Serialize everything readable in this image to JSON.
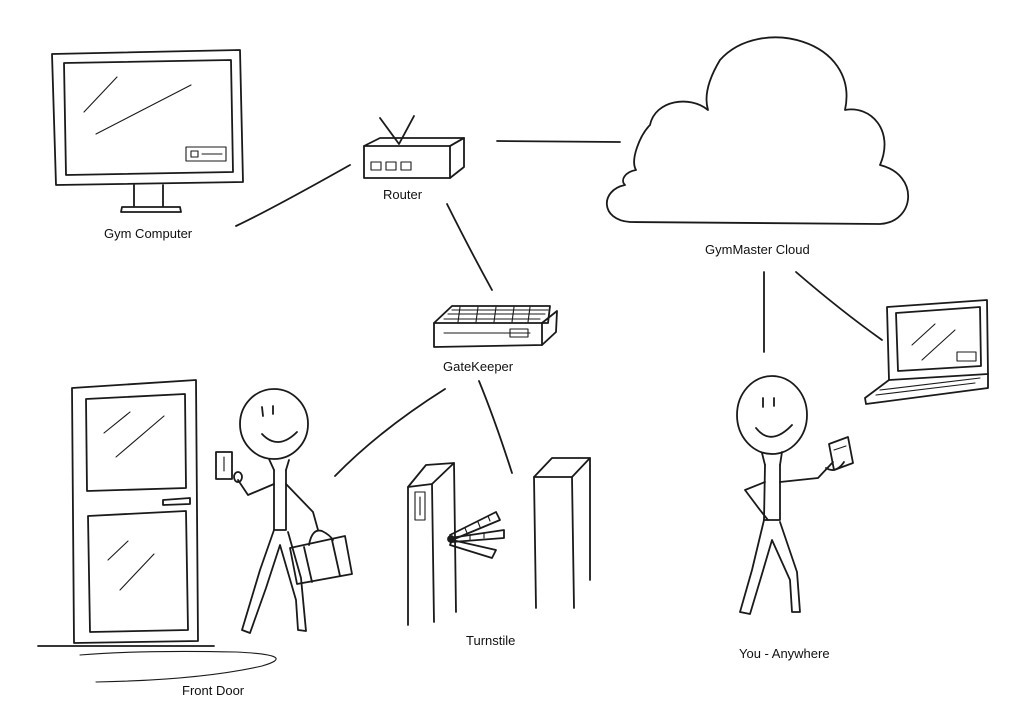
{
  "labels": {
    "gym_computer": "Gym Computer",
    "router": "Router",
    "gymmaster_cloud": "GymMaster Cloud",
    "gatekeeper": "GateKeeper",
    "front_door": "Front Door",
    "turnstile": "Turnstile",
    "you_anywhere": "You - Anywhere"
  },
  "icons": [
    "monitor-icon",
    "router-icon",
    "cloud-icon",
    "gatekeeper-device-icon",
    "door-icon",
    "turnstile-icon",
    "laptop-icon",
    "phone-icon",
    "stick-figure-icon",
    "bag-icon",
    "card-reader-icon"
  ]
}
